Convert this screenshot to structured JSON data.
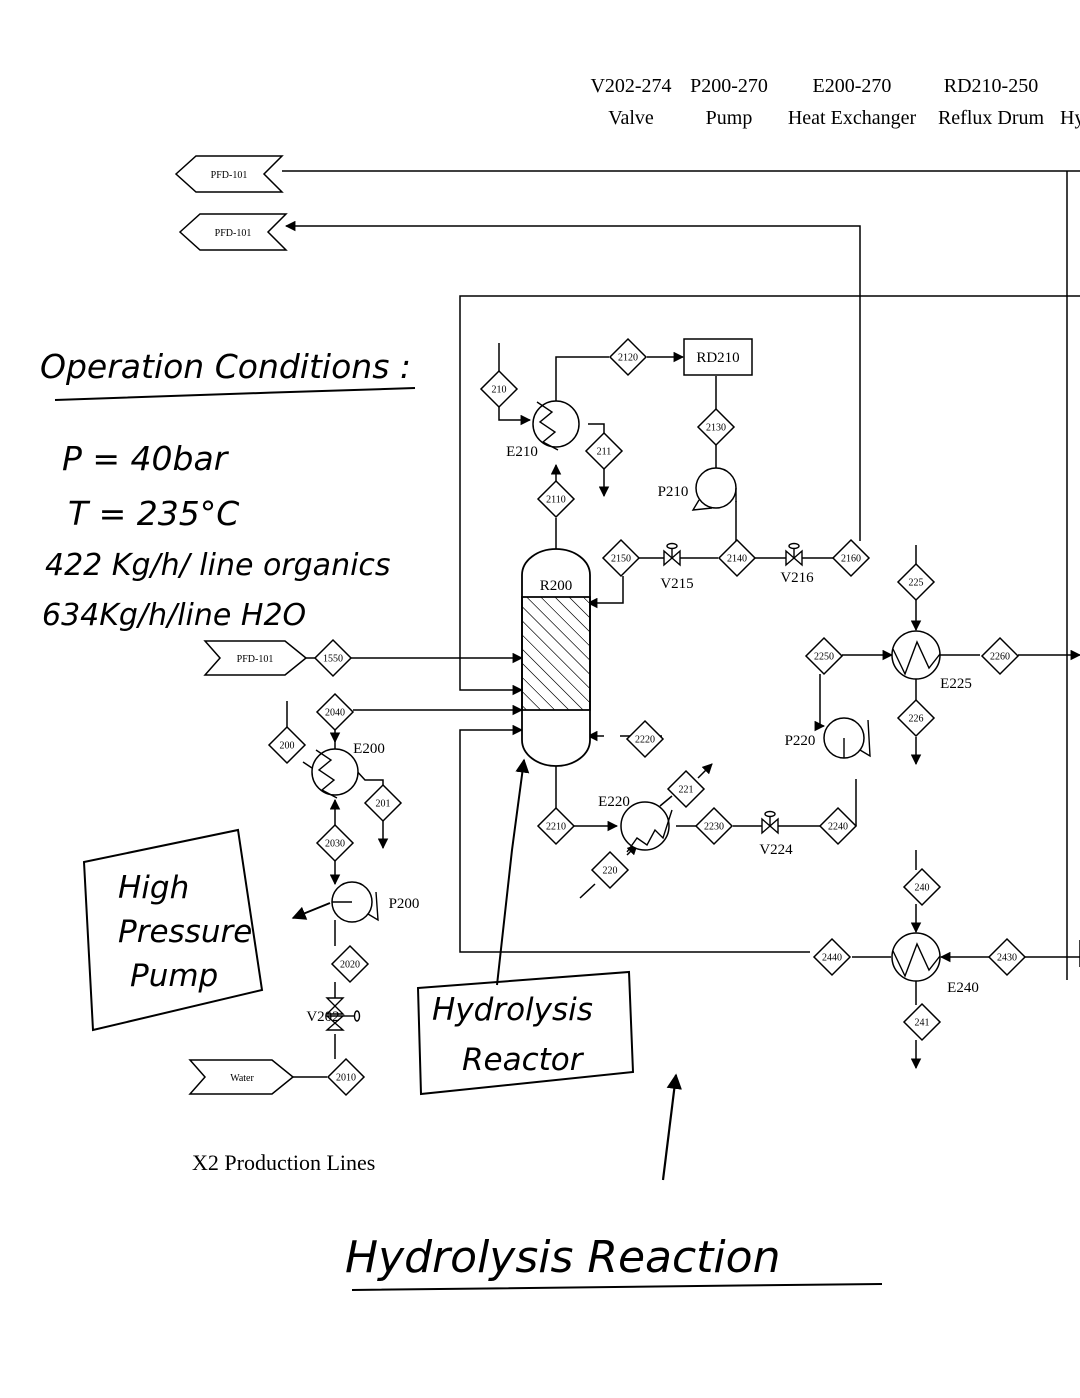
{
  "legend": [
    {
      "code": "V202-274",
      "name": "Valve"
    },
    {
      "code": "P200-270",
      "name": "Pump"
    },
    {
      "code": "E200-270",
      "name": "Heat Exchanger"
    },
    {
      "code": "RD210-250",
      "name": "Reflux Drum"
    },
    {
      "code": "",
      "name": "Hy"
    }
  ],
  "offpage": {
    "top1": "PFD-101",
    "top2": "PFD-101",
    "feed": "PFD-101",
    "water": "Water"
  },
  "streams": {
    "s210": "210",
    "s211": "211",
    "s2110": "2110",
    "s2120": "2120",
    "s2130": "2130",
    "s2140": "2140",
    "s2150": "2150",
    "s2160": "2160",
    "s1550": "1550",
    "s2040": "2040",
    "s200": "200",
    "s201": "201",
    "s2030": "2030",
    "s2020": "2020",
    "s2010": "2010",
    "s2220": "2220",
    "s2210": "2210",
    "s221": "221",
    "s220": "220",
    "s2230": "2230",
    "s2240": "2240",
    "s225": "225",
    "s2250": "2250",
    "s2260": "2260",
    "s226": "226",
    "s240": "240",
    "s2440": "2440",
    "s2430": "2430",
    "s241": "241"
  },
  "equipment": {
    "rd210": "RD210",
    "e210": "E210",
    "p210": "P210",
    "v215": "V215",
    "v216": "V216",
    "r200": "R200",
    "e200": "E200",
    "p200": "P200",
    "v202": "V202",
    "e220": "E220",
    "v224": "V224",
    "p220": "P220",
    "e225": "E225",
    "e240": "E240"
  },
  "notes": {
    "conditions_title": "Operation Conditions :",
    "pressure": "P = 40bar",
    "temperature": "T = 235°C",
    "organics": "422 Kg/h/ line organics",
    "water_rate": "634Kg/h/line H2O",
    "pump_note_1": "High",
    "pump_note_2": "Pressure",
    "pump_note_3": "Pump",
    "reactor_note_1": "Hydrolysis",
    "reactor_note_2": "Reactor",
    "production_lines": "X2 Production Lines",
    "page_title": "Hydrolysis Reaction"
  }
}
